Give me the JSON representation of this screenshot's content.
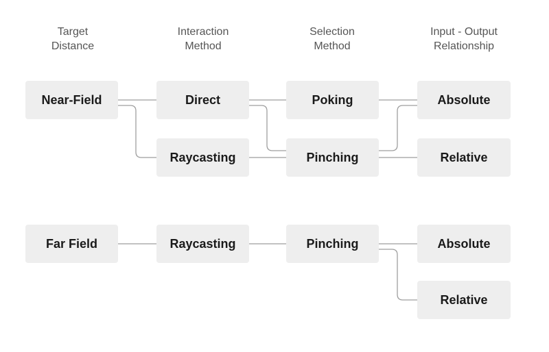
{
  "headers": {
    "target_distance": "Target\nDistance",
    "interaction_method": "Interaction\nMethod",
    "selection_method": "Selection\nMethod",
    "io_relationship": "Input - Output\nRelationship"
  },
  "near_field": {
    "target": "Near-Field",
    "direct": "Direct",
    "raycasting": "Raycasting",
    "poking": "Poking",
    "pinching": "Pinching",
    "absolute": "Absolute",
    "relative": "Relative"
  },
  "far_field": {
    "target": "Far Field",
    "raycasting": "Raycasting",
    "pinching": "Pinching",
    "absolute": "Absolute",
    "relative": "Relative"
  },
  "colors": {
    "node_fill": "#eeeeee",
    "connector": "#9e9e9e",
    "header_text": "#555555",
    "node_text": "#1a1a1a"
  }
}
